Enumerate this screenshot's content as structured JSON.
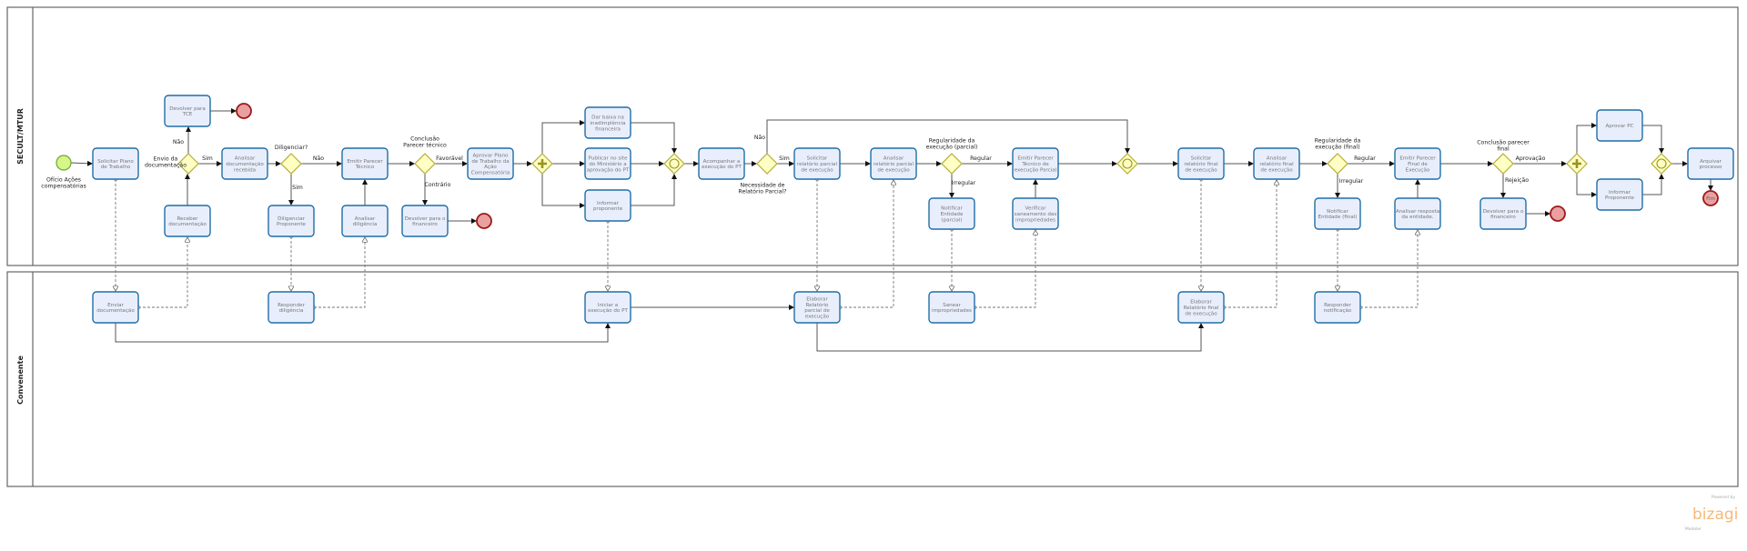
{
  "pools": [
    {
      "id": "secult",
      "label": "SECULT/MTUR"
    },
    {
      "id": "convenente",
      "label": "Convenente"
    }
  ],
  "start_event": {
    "label": "Ofício Ações\ncompensatórias"
  },
  "end_event": {
    "label": "Fim"
  },
  "tasks": {
    "t_solicitar_pt": "Solicitar Plano\nde Trabalho",
    "t_devolver_tce": "Devolver para\nTCE",
    "t_receber": "Receber\ndocumentação",
    "t_analisar_doc": "Analisar\ndocumentação\nrecebida",
    "t_dilig_prop": "Diligenciar\nProponente",
    "t_emitir_pt": "Emitir Parecer\nTécnico",
    "t_analisar_dilig": "Analisar\ndiligência",
    "t_devolver_fin1": "Devolver para o\nfinanceiro",
    "t_aprovar_plano": "Aprovar Plano\nde Trabalho da\nAção\nCompensatória",
    "t_dar_baixa": "Dar baixa na\ninadimplência\nfinanceira",
    "t_publicar": "Publicar no site\ndo Ministério a\naprovação do PT",
    "t_informar": "Informar\nproponente",
    "t_acompanhar": "Acompanhar a\nexecução do PT",
    "t_sol_parcial": "Solicitar\nrelatório parcial\nde execução",
    "t_anal_parcial": "Analisar\nrelatório parcial\nde execução",
    "t_notif_parcial": "Notificar\nEntidade\n(parcial)",
    "t_emitir_parcial": "Emitir Parecer\nTécnico de\nexecução Parcial",
    "t_verificar": "Verificar\nsaneamento das\nimpropriedades",
    "t_sol_final": "Solicitar\nrelatório final\nde execução",
    "t_anal_final": "Analisar\nrelatório final\nde execução",
    "t_notif_final": "Notificar\nEntidade (final)",
    "t_emitir_final": "Emitir Parecer\nFinal de\nExecução",
    "t_anal_resposta": "Analisar resposta\nda entidade.",
    "t_devolver_fin2": "Devolver para o\nfinanceiro",
    "t_aprovar_pc": "Aprovar PC",
    "t_informar_prop": "Informar\nProponente",
    "t_arquivar": "Arquivar\nprocesso",
    "t_enviar": "Enviar\ndocumentação",
    "t_resp_dilig": "Responder\ndiligência",
    "t_iniciar": "Iniciar a\nexecução do PT",
    "t_elab_parcial": "Elaborar\nRelatório\nparcial de\nexecução",
    "t_sanear": "Sanear\nimpropriedades",
    "t_elab_final": "Elaborar\nRelatório final\nde execução",
    "t_resp_notif": "Responder\nnotificação"
  },
  "gateways": {
    "g_envio": {
      "type": "exclusive",
      "label": "Envio da\ndocumentação"
    },
    "g_dilig": {
      "type": "exclusive",
      "label": "Diligenciar?"
    },
    "g_conc": {
      "type": "exclusive",
      "label": "Conclusão\nParecer técnico"
    },
    "g_par1": {
      "type": "parallel",
      "label": ""
    },
    "g_inc1": {
      "type": "inclusive",
      "label": ""
    },
    "g_nec": {
      "type": "exclusive",
      "label": "Necessidade de\nRelatório Parcial?"
    },
    "g_reg_parcial": {
      "type": "exclusive",
      "label": "Regularidade da\nexecução (parcial)"
    },
    "g_inc2": {
      "type": "inclusive",
      "label": ""
    },
    "g_reg_final": {
      "type": "exclusive",
      "label": "Regularidade da\nexecução (final)"
    },
    "g_conc_final": {
      "type": "exclusive",
      "label": "Conclusão parecer\nfinal"
    },
    "g_par2": {
      "type": "parallel",
      "label": ""
    },
    "g_inc3": {
      "type": "inclusive",
      "label": ""
    }
  },
  "flow_labels": {
    "envio_nao": "Não",
    "envio_sim": "Sim",
    "dilig_nao": "Não",
    "dilig_sim": "Sim",
    "conc_fav": "Favorável",
    "conc_contr": "Contrário",
    "nec_sim": "Sim",
    "nec_nao": "Não",
    "parc_reg": "Regular",
    "parc_irr": "Irregular",
    "final_reg": "Regular",
    "final_irr": "Irregular",
    "final_apr": "Aprovação",
    "final_rej": "Rejeição"
  },
  "watermark": {
    "powered": "Powered by",
    "brand": "bizagi",
    "product": "Modeler"
  },
  "colors": {
    "task_fill": "#e9eefc",
    "task_stroke": "#1f6ea6",
    "gateway_fill": "#ffffc4",
    "start_fill": "#d6f58a",
    "end_fill": "#e8a0a0",
    "brand": "#f5a04a"
  }
}
